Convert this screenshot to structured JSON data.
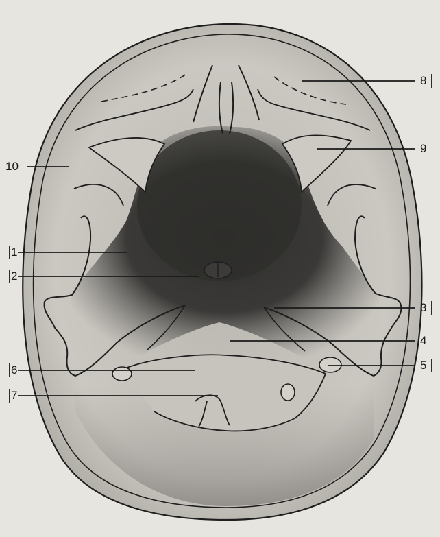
{
  "figure": {
    "callouts": [
      {
        "id": "c8",
        "text": "8"
      },
      {
        "id": "c9",
        "text": "9"
      },
      {
        "id": "c10",
        "text": "10"
      },
      {
        "id": "c1",
        "text": "1"
      },
      {
        "id": "c2",
        "text": "2"
      },
      {
        "id": "c3",
        "text": "3"
      },
      {
        "id": "c4",
        "text": "4"
      },
      {
        "id": "c5",
        "text": "5"
      },
      {
        "id": "c6",
        "text": "6"
      },
      {
        "id": "c7",
        "text": "7"
      }
    ]
  },
  "colors": {
    "paper": "#e7e5e0",
    "skull_fill": "#cfccc6",
    "dark_shadow": "#3a3937",
    "line": "#1e1e1e"
  }
}
